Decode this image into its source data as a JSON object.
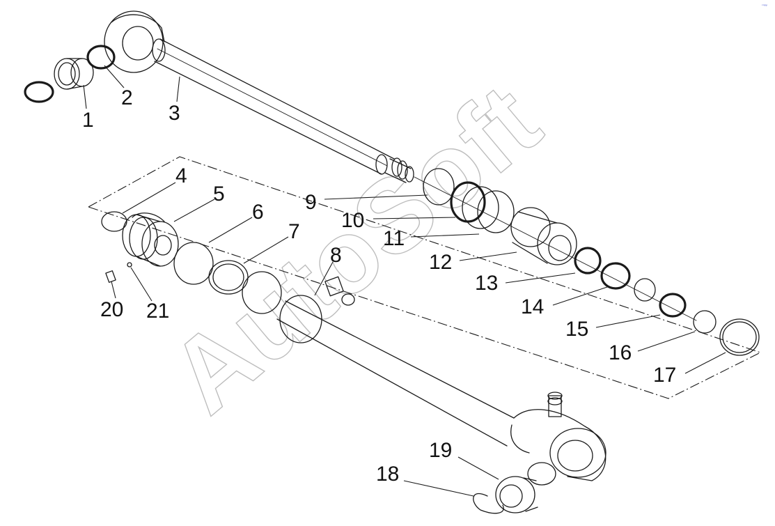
{
  "watermark": "AutoSoft",
  "corner_mark": "ᶜᵒᵖʸ",
  "callouts": [
    "1",
    "2",
    "3",
    "4",
    "5",
    "6",
    "7",
    "8",
    "9",
    "10",
    "11",
    "12",
    "13",
    "14",
    "15",
    "16",
    "17",
    "18",
    "19",
    "20",
    "21"
  ]
}
